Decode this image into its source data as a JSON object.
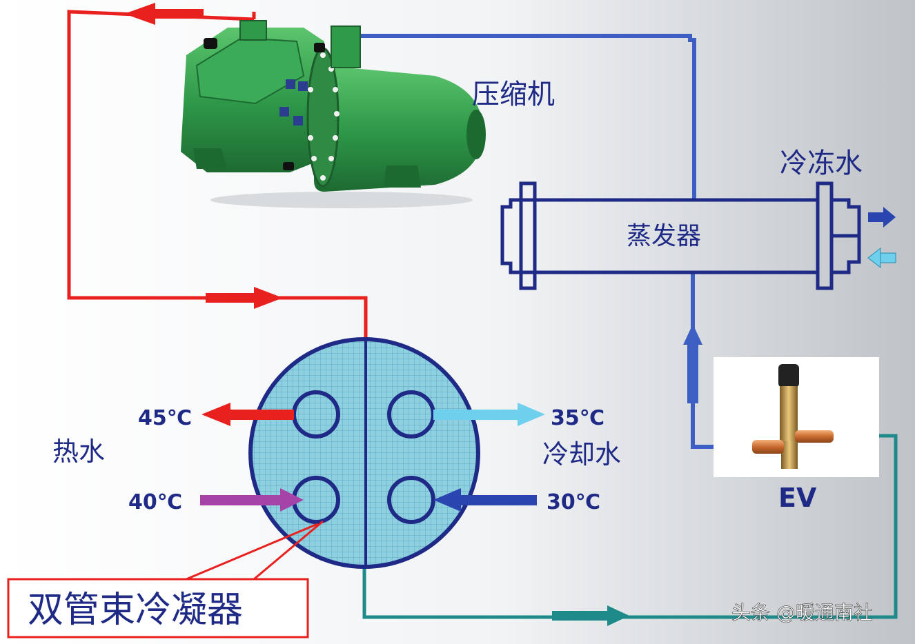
{
  "labels": {
    "compressor": "压缩机",
    "chilled_water": "冷冻水",
    "evaporator": "蒸发器",
    "hot_water": "热水",
    "cooling_water": "冷却水",
    "condenser": "双管束冷凝器",
    "valve": "EV",
    "watermark": "头条 @暖通南社"
  },
  "temps": {
    "hot_out": "45℃",
    "hot_in": "40℃",
    "cool_out": "35℃",
    "cool_in": "30℃"
  },
  "colors": {
    "refrigerant_hot": "#e8201e",
    "refrigerant_cold": "#3d5fc4",
    "liquid_line": "#1e8a8a",
    "navy": "#1e2a86",
    "condenser_fill": "#8fcfe0",
    "compressor_green": "#2f9a4a",
    "hot_water_arrow": "#e8201e",
    "warm_return_arrow": "#a543a8",
    "cool_supply_arrow": "#6fd0ee",
    "cool_return_arrow": "#2a45b0"
  }
}
